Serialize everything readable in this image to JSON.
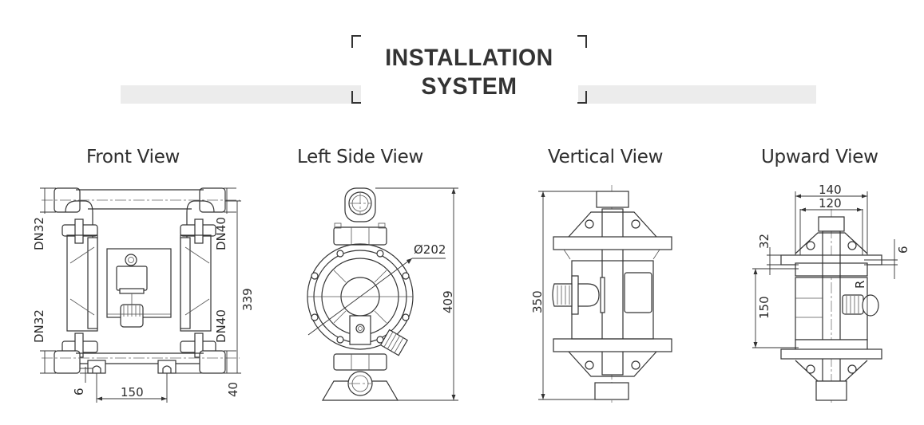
{
  "header": {
    "title_line1": "INSTALLATION",
    "title_line2": "SYSTEM"
  },
  "views": [
    {
      "id": "front",
      "label": "Front View",
      "dimensions": {
        "inlet_top_left": "DN32",
        "outlet_top_right": "DN40",
        "inlet_bottom_left": "DN32",
        "outlet_bottom_right": "DN40",
        "height": "339",
        "base_height": "40",
        "foot_offset": "6",
        "foot_spacing": "150"
      }
    },
    {
      "id": "left-side",
      "label": "Left Side View",
      "dimensions": {
        "diaphragm_diameter": "Ø202",
        "height": "409"
      }
    },
    {
      "id": "vertical",
      "label": "Vertical View",
      "dimensions": {
        "height": "350"
      }
    },
    {
      "id": "upward",
      "label": "Upward View",
      "dimensions": {
        "outer_width": "140",
        "inner_width": "120",
        "flange_offset": "32",
        "flange_thickness": "6",
        "center_height": "150",
        "radius_mark": "R"
      }
    }
  ],
  "colors": {
    "band": "#ececec",
    "ink": "#333333",
    "background": "#ffffff"
  }
}
